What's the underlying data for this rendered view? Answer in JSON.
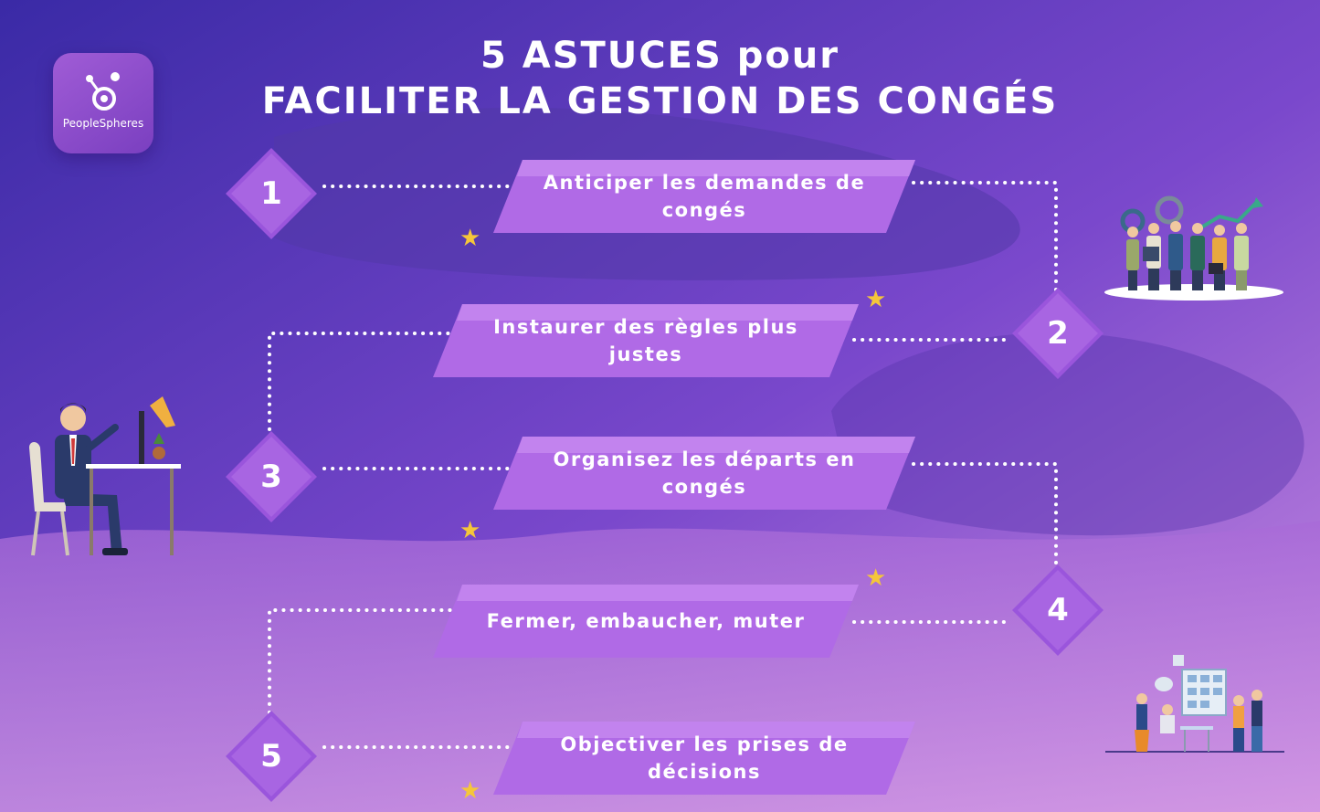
{
  "title": {
    "line1": "5 ASTUCES pour",
    "line2": "FACILITER LA GESTION DES CONGÉS"
  },
  "logo": {
    "text": "PeopleSpheres"
  },
  "steps": [
    {
      "number": "1",
      "label": "Anticiper les demandes de congés"
    },
    {
      "number": "2",
      "label": "Instaurer des règles plus justes"
    },
    {
      "number": "3",
      "label": "Organisez les départs en congés"
    },
    {
      "number": "4",
      "label": "Fermer, embaucher, muter"
    },
    {
      "number": "5",
      "label": "Objectiver les prises de décisions"
    }
  ],
  "colors": {
    "background_top": "#3e2aa8",
    "background_bottom": "#c080de",
    "banner": "#b06ae6",
    "diamond": "#9a55dc",
    "star": "#f5c63a",
    "connector": "#ffffff"
  },
  "illustrations": [
    "team-celebration-illustration",
    "office-desk-man-illustration",
    "meeting-board-illustration"
  ]
}
